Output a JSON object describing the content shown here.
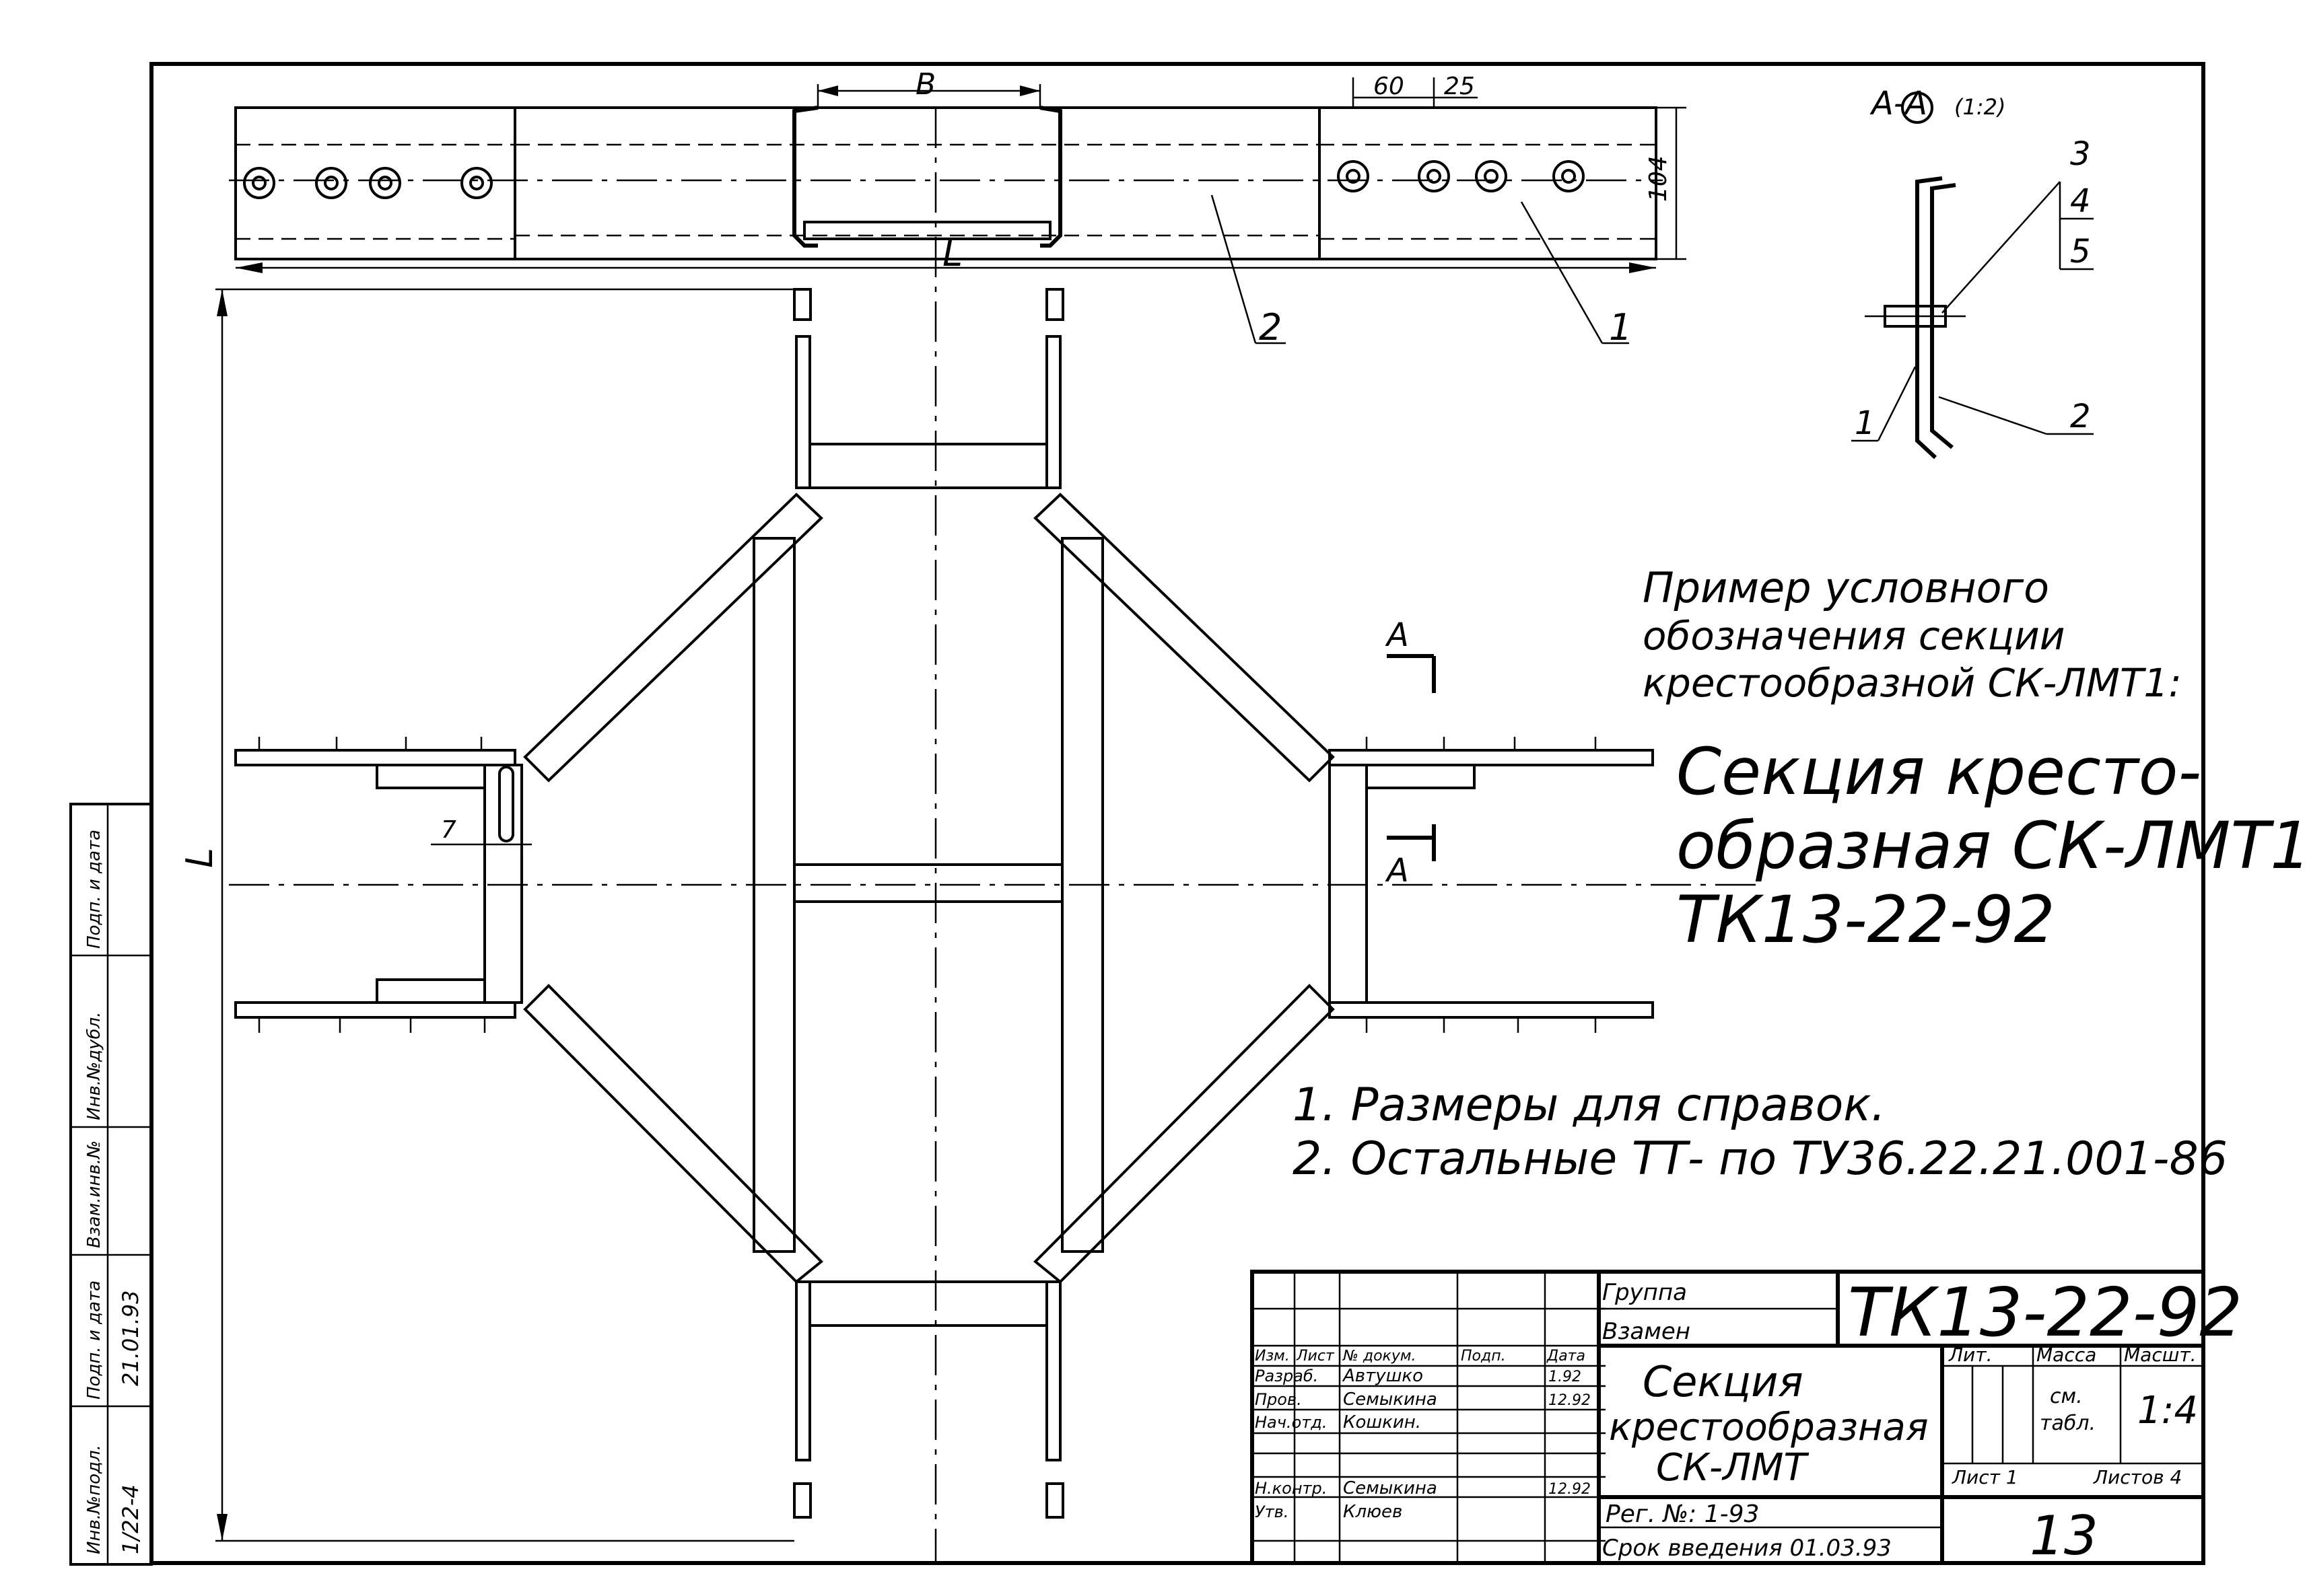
{
  "dimensions": {
    "top_width": "B",
    "total_length": "L",
    "side_length": "L",
    "bolt_pitch": "60",
    "bolt_edge": "25",
    "height": "104",
    "slot": "7"
  },
  "callouts": {
    "part1": "1",
    "part2": "2"
  },
  "section_view": {
    "title": "A-A",
    "scale": "(1:2)",
    "p3": "3",
    "p4": "4",
    "p5": "5",
    "p1": "1",
    "p2": "2"
  },
  "section_marks": {
    "top": "A",
    "bottom": "A"
  },
  "example": {
    "line1": "Пример условного",
    "line2": "обозначения секции",
    "line3": "крестообразной СК-ЛМТ1:"
  },
  "designation": {
    "line1": "Секция кресто-",
    "line2": "образная СК-ЛМТ1",
    "line3": "ТК13-22-92"
  },
  "notes": [
    "1. Размеры для справок.",
    "2. Остальные ТТ- по ТУ36.22.21.001-86"
  ],
  "left_strip": {
    "c1": "Инв.№подл.",
    "c2": "Подп. и дата",
    "c3": "Взам.инв.№",
    "c4": "Инв.№дубл.",
    "c5": "Подп. и дата",
    "v1": "1/22-4",
    "v2": "21.01.93"
  },
  "title_block": {
    "group_label": "Группа",
    "replaced_label": "Взамен",
    "doc_code": "ТК13-22-92",
    "name_line1": "Секция",
    "name_line2": "крестообразная",
    "name_line3": "СК-ЛМТ",
    "reg": "Рег. №: 1-93",
    "intro_date": "Срок введения 01.03.93",
    "lit": "Лит.",
    "mass": "Масса",
    "scale_label": "Масшт.",
    "mass_value_1": "см.",
    "mass_value_2": "табл.",
    "scale_value": "1:4",
    "sheet": "Лист 1",
    "sheets": "Листов 4",
    "page_no": "13",
    "hdr_izm": "Изм.",
    "hdr_list": "Лист",
    "hdr_doc": "№ докум.",
    "hdr_sign": "Подп.",
    "hdr_date": "Дата",
    "roles": [
      {
        "role": "Разраб.",
        "name": "Автушко",
        "date": "1.92"
      },
      {
        "role": "Пров.",
        "name": "Семыкина",
        "date": "12.92"
      },
      {
        "role": "Нач.отд.",
        "name": "Кошкин.",
        "date": ""
      },
      {
        "role": "Н.контр.",
        "name": "Семыкина",
        "date": "12.92"
      },
      {
        "role": "Утв.",
        "name": "Клюев",
        "date": ""
      }
    ]
  }
}
